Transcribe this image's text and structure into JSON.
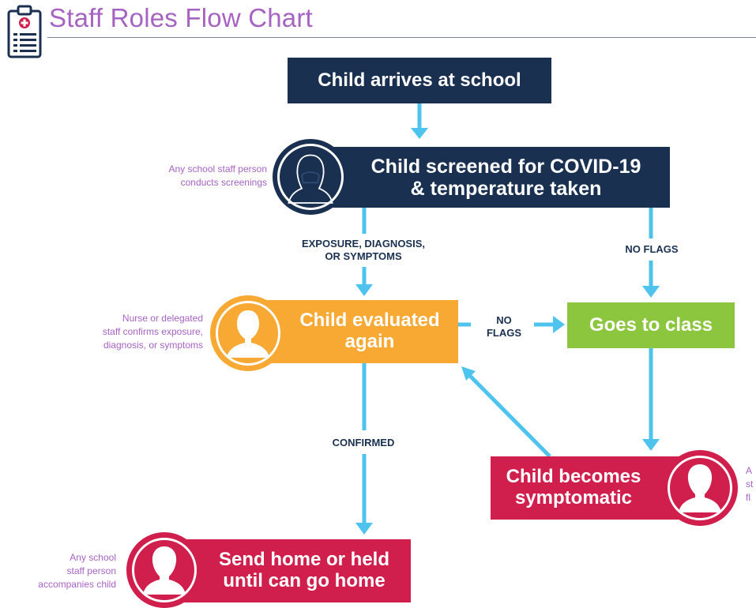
{
  "title": "Staff Roles Flow Chart",
  "colors": {
    "navy": "#1a3050",
    "orange": "#f7a933",
    "green": "#8cc63f",
    "red": "#d01f4c",
    "arrow": "#4ec3ee",
    "note_purple": "#a763c2"
  },
  "icons": [
    "clipboard-icon",
    "person-icon"
  ],
  "nodes": {
    "arrives": "Child arrives at school",
    "screened": "Child screened for COVID-19\n& temperature taken",
    "evaluated": "Child evaluated\nagain",
    "goes_to_class": "Goes to class",
    "symptomatic": "Child becomes\nsymptomatic",
    "send_home": "Send home or held\nuntil can go home"
  },
  "edge_labels": {
    "exposure": "EXPOSURE, DIAGNOSIS,\nOR SYMPTOMS",
    "no_flags_right": "NO FLAGS",
    "no_flags_mid": "NO\nFLAGS",
    "confirmed": "CONFIRMED"
  },
  "notes": {
    "screen": "Any school staff person\nconducts screenings",
    "eval": "Nurse or delegated\nstaff confirms exposure,\ndiagnosis, or symptoms",
    "home": "Any school\nstaff person\naccompanies child",
    "symp": "A\nst\nfl"
  }
}
